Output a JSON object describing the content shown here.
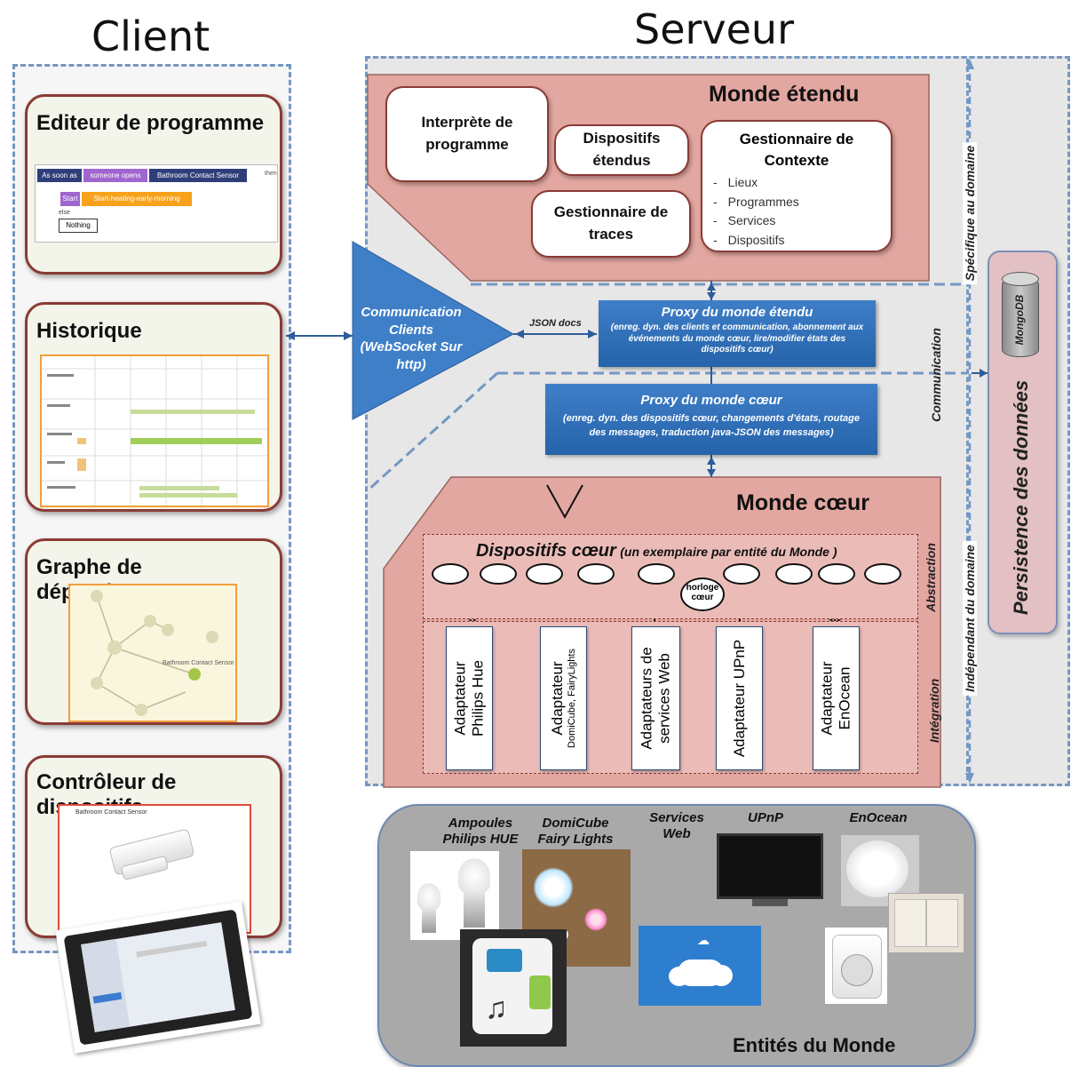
{
  "headers": {
    "client": "Client",
    "serveur": "Serveur"
  },
  "client_panels": {
    "editeur": {
      "title": "Editeur de programme",
      "btn1": "As soon as",
      "btn2": "someone opens",
      "btn3": "Bathroom Contact Sensor",
      "then": "then",
      "start": "Start",
      "action": "Start-heating-early-morning",
      "else": "else",
      "nothing": "Nothing"
    },
    "historique": {
      "title": "Historique"
    },
    "graphe": {
      "title": "Graphe de dépendences",
      "node": "Bathroom Contact Sensor"
    },
    "controleur": {
      "title": "Contrôleur de dispositifs",
      "device": "Bathroom Contact Sensor"
    }
  },
  "monde_etendu": {
    "title": "Monde étendu",
    "interprete": "Interprète de programme",
    "dispositifs_etendus": "Dispositifs étendus",
    "gestionnaire_traces": "Gestionnaire de traces",
    "gestionnaire_contexte": "Gestionnaire de Contexte",
    "contexte_items": [
      "Lieux",
      "Programmes",
      "Services",
      "Dispositifs"
    ]
  },
  "communication": {
    "label": "Communication Clients (WebSocket Sur http)",
    "json": "JSON docs"
  },
  "proxy_etendu": {
    "title": "Proxy du monde étendu",
    "desc": "(enreg. dyn. des clients et communication, abonnement aux événements du monde cœur, lire/modifier états des dispositifs cœur)"
  },
  "proxy_coeur": {
    "title": "Proxy du monde cœur",
    "desc": "(enreg. dyn. des dispositifs cœur, changements d'états, routage des messages, traduction java-JSON des messages)"
  },
  "monde_coeur": {
    "title": "Monde cœur",
    "dispositifs": "Dispositifs cœur",
    "dispositifs_note": "(un exemplaire par entité du Monde )",
    "horloge": "horloge cœur",
    "adapters": [
      {
        "name": "Adaptateur Philips Hue",
        "sub": ""
      },
      {
        "name": "Adaptateur",
        "sub": "DomiCube, FairyLights"
      },
      {
        "name": "Adaptateurs de services Web",
        "sub": ""
      },
      {
        "name": "Adaptateur UPnP",
        "sub": ""
      },
      {
        "name": "Adaptateur EnOcean",
        "sub": ""
      }
    ]
  },
  "side_labels": {
    "specifique": "Spécifique au domaine",
    "communication": "Communication",
    "abstraction": "Abstraction",
    "integration": "Intégration",
    "independant": "Indépendant du domaine"
  },
  "persistence": {
    "title": "Persistence des données",
    "db": "MongoDB"
  },
  "entites": {
    "title": "Entités du Monde",
    "labels": [
      "Ampoules Philips HUE",
      "DomiCube Fairy Lights",
      "Services Web",
      "UPnP",
      "EnOcean"
    ]
  }
}
